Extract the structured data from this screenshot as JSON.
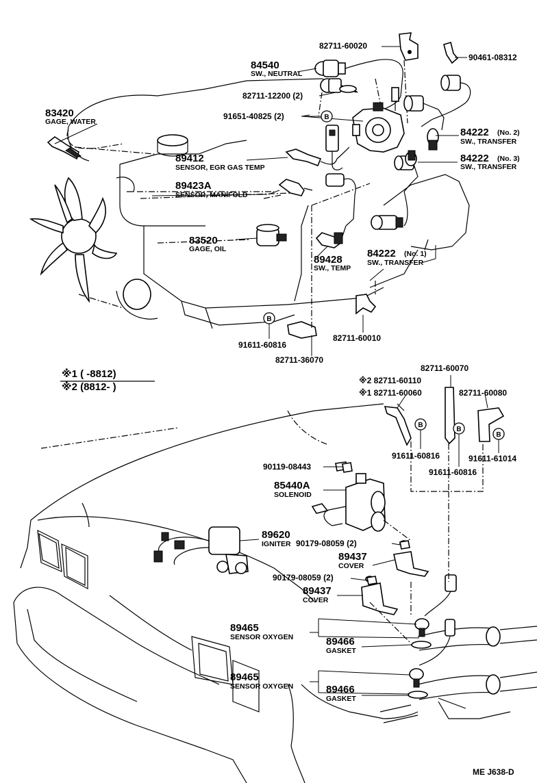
{
  "labels": {
    "p82711_60020": "82711-60020",
    "p90461_08312": "90461-08312",
    "p84540": "84540",
    "p84540_name": "SW., NEUTRAL",
    "p82711_12200": "82711-12200 (2)",
    "p83420": "83420",
    "p83420_name": "GAGE, WATER",
    "p91651_40825": "91651-40825 (2)",
    "p84222_2": "84222",
    "p84222_2_suffix": "(No. 2)",
    "p84222_2_name": "SW., TRANSFER",
    "p84222_3": "84222",
    "p84222_3_suffix": "(No. 3)",
    "p84222_3_name": "SW., TRANSFER",
    "p89412": "89412",
    "p89412_name": "SENSOR, EGR GAS TEMP",
    "p89423A": "89423A",
    "p89423A_name": "SENSOR, MANIFOLD",
    "p83520": "83520",
    "p83520_name": "GAGE, OIL",
    "p89428": "89428",
    "p89428_name": "SW., TEMP",
    "p84222_1": "84222",
    "p84222_1_suffix": "(No. 1)",
    "p84222_1_name": "SW., TRANSFER",
    "p82711_60010": "82711-60010",
    "p91611_60816_a": "91611-60816",
    "p82711_36070": "82711-36070",
    "legend_1": "※1 (      -8812)",
    "legend_2": "※2 (8812-      )",
    "p82711_60070": "82711-60070",
    "p82711_60110": "※2 82711-60110",
    "p82711_60060": "※1 82711-60060",
    "p82711_60080": "82711-60080",
    "p91611_60816_b": "91611-60816",
    "p91611_61014": "91611-61014",
    "p91611_60816_c": "91611-60816",
    "p90119_08443": "90119-08443",
    "p85440A": "85440A",
    "p85440A_name": "SOLENOID",
    "p89620": "89620",
    "p89620_name": "IGNITER",
    "p90179_08059_a": "90179-08059 (2)",
    "p89437_a": "89437",
    "p89437_a_name": "COVER",
    "p90179_08059_b": "90179-08059 (2)",
    "p89437_b": "89437",
    "p89437_b_name": "COVER",
    "p89465_a": "89465",
    "p89465_a_name": "SENSOR OXYGEN",
    "p89466_a": "89466",
    "p89466_a_name": "GASKET",
    "p89465_b": "89465",
    "p89465_b_name": "SENSOR OXYGEN",
    "p89466_b": "89466",
    "p89466_b_name": "GASKET",
    "bubble": "B",
    "code": "ME  J638-D"
  }
}
